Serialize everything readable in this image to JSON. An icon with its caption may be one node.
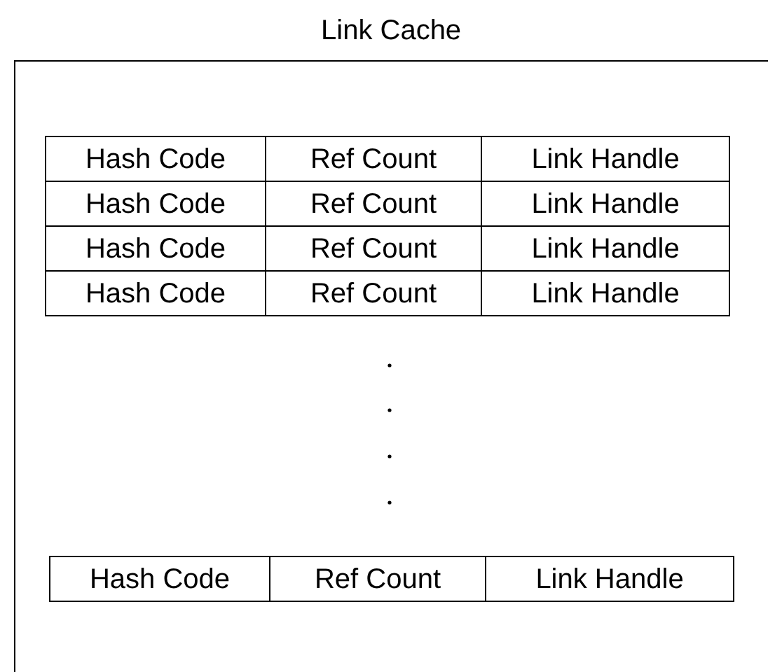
{
  "diagram": {
    "nodes": [
      {
        "text": [
          "Link Cache"
        ]
      }
    ],
    "labels": [
      "Hash Code",
      "Ref Count",
      "Link Handle",
      "Hash Code",
      "Ref Count",
      "Link Handle",
      "Hash Code",
      "Ref Count",
      "Link Handle",
      "Hash Code",
      "Ref Count",
      "Link Handle",
      "Hash Code",
      "Ref Count",
      "Link Handle"
    ]
  }
}
